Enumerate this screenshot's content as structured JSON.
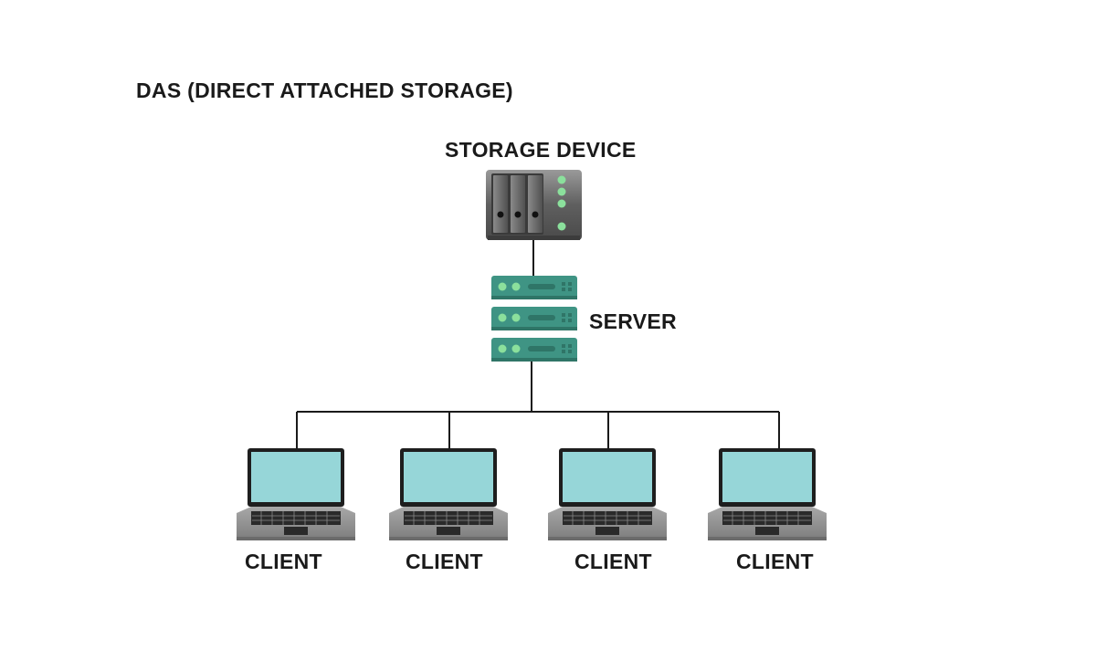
{
  "title": "DAS (DIRECT ATTACHED STORAGE)",
  "storage": {
    "label": "STORAGE DEVICE",
    "icon": "storage-device-icon"
  },
  "server": {
    "label": "SERVER",
    "icon": "server-icon"
  },
  "clients": [
    {
      "label": "CLIENT",
      "icon": "laptop-icon"
    },
    {
      "label": "CLIENT",
      "icon": "laptop-icon"
    },
    {
      "label": "CLIENT",
      "icon": "laptop-icon"
    },
    {
      "label": "CLIENT",
      "icon": "laptop-icon"
    }
  ],
  "colors": {
    "server": "#3f9484",
    "led": "#8be09c",
    "screen": "#96d6d8",
    "laptop_body": "#9a9a9a",
    "storage_body": "#6e6e6e",
    "line": "#1a1a1a"
  }
}
